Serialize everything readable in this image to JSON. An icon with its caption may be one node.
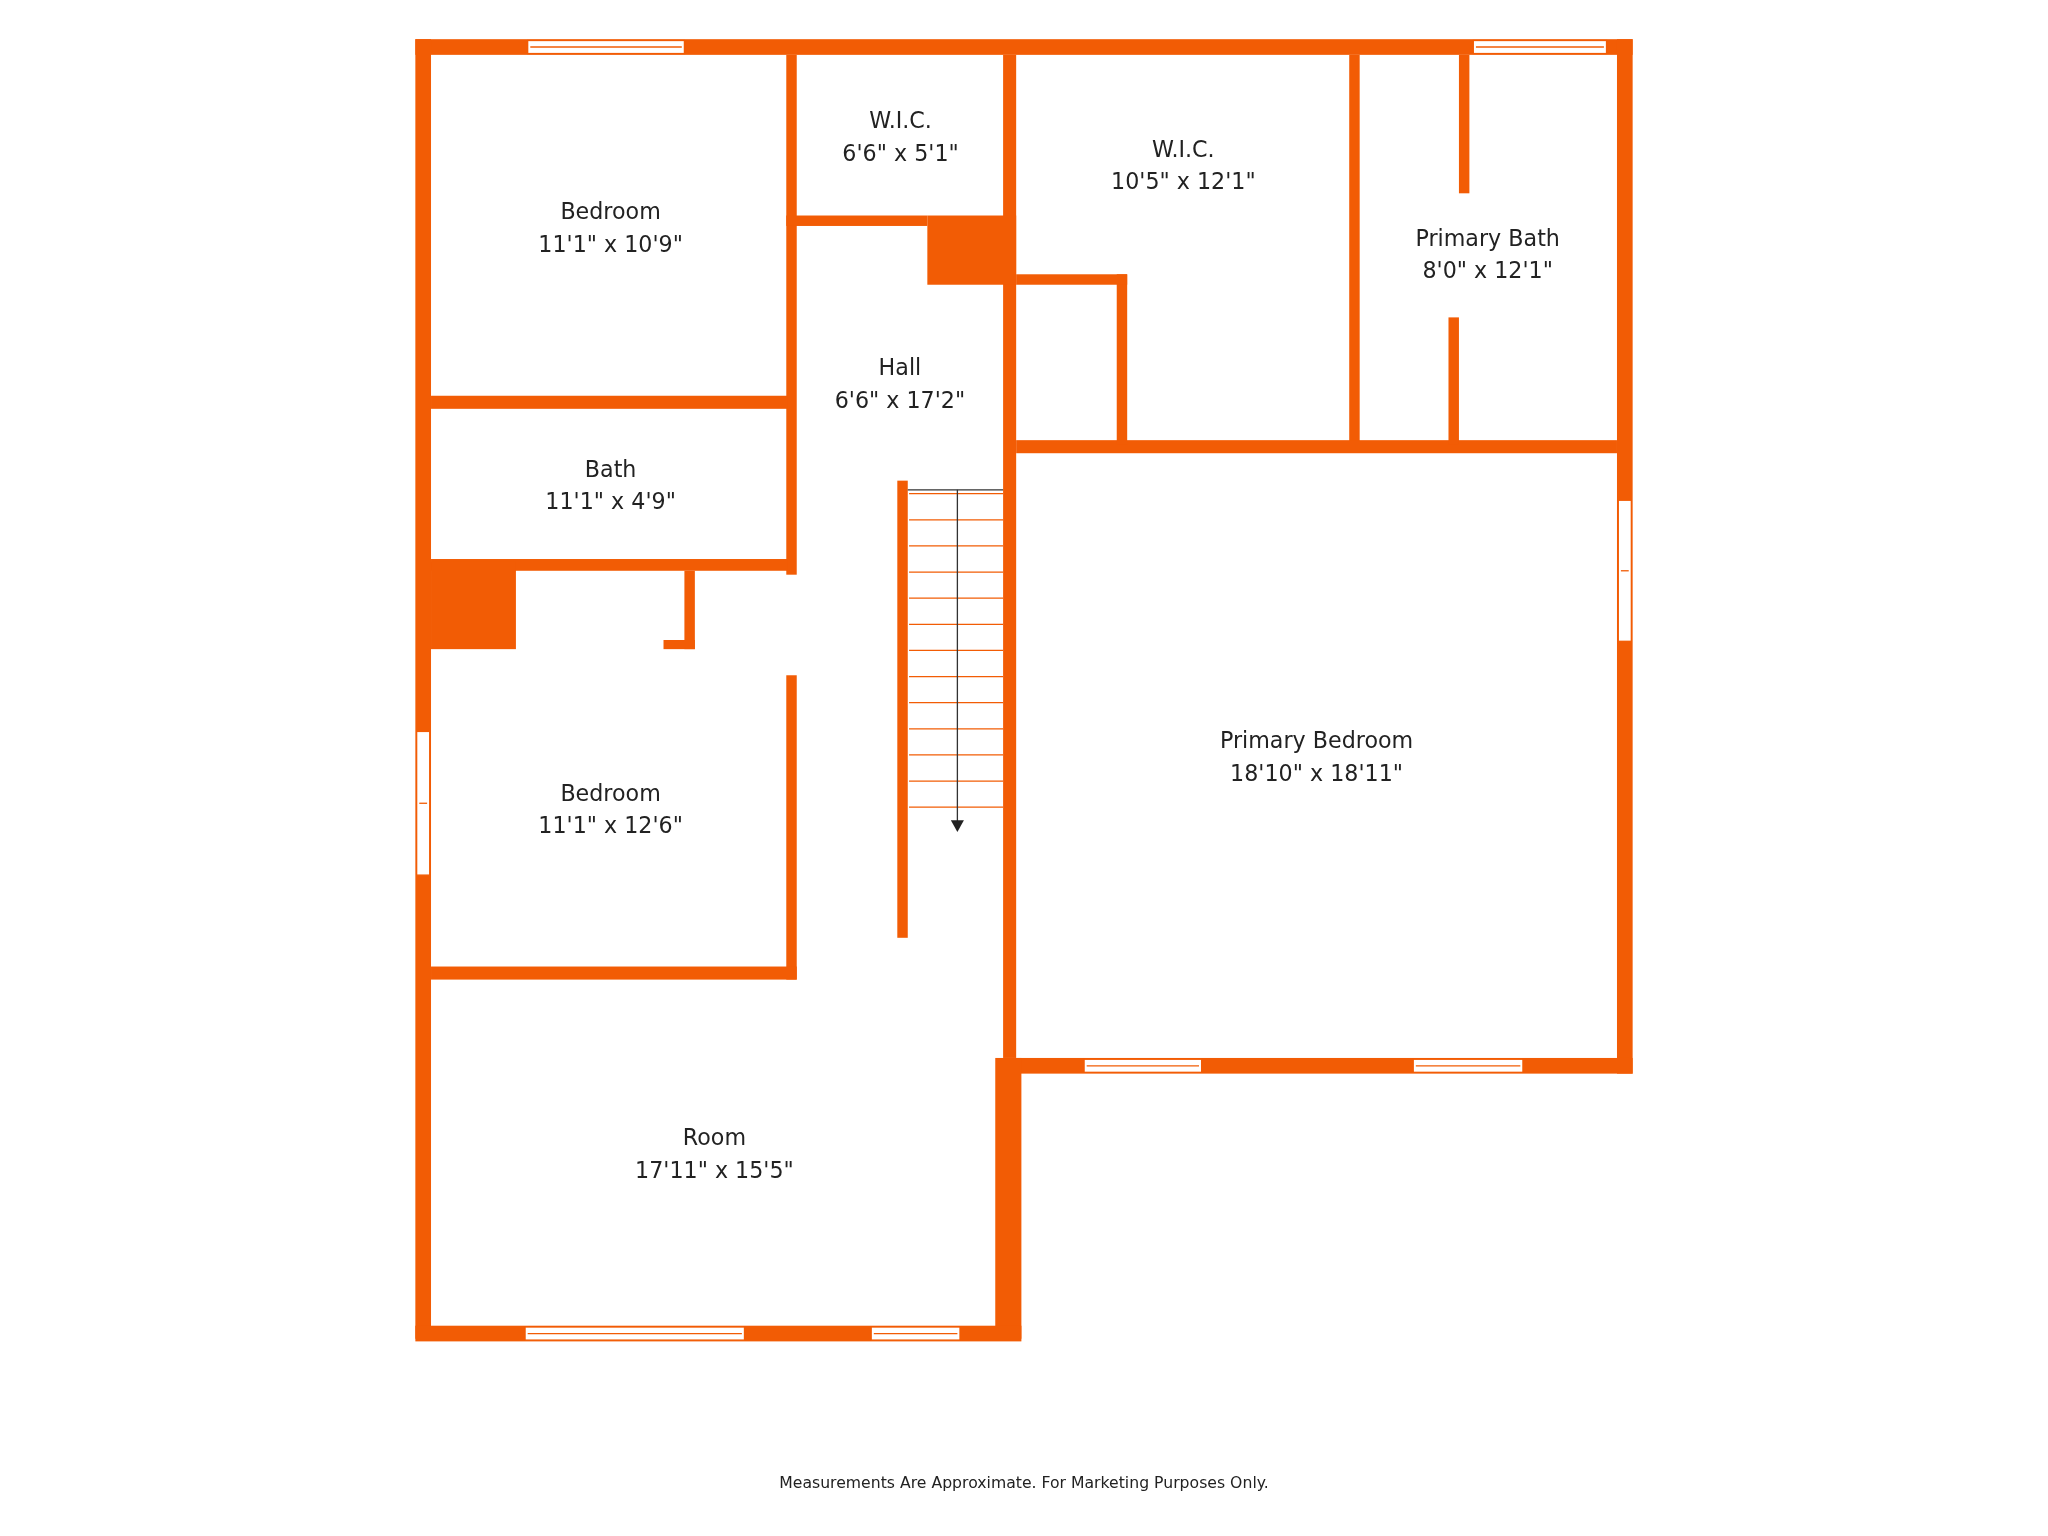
{
  "diagram": {
    "caption": "Measurements Are Approximate. For Marketing Purposes Only.",
    "nodes": [
      {
        "text": [
          "Bedroom",
          "11'1\" x 10'9\""
        ]
      },
      {
        "text": [
          "W.I.C.",
          "6'6\" x 5'1\""
        ]
      },
      {
        "text": [
          "W.I.C.",
          "10'5\" x 12'1\""
        ]
      },
      {
        "text": [
          "Primary Bath",
          "8'0\" x 12'1\""
        ]
      },
      {
        "text": [
          "Hall",
          "6'6\" x 17'2\""
        ]
      },
      {
        "text": [
          "Bath",
          "11'1\" x 4'9\""
        ]
      },
      {
        "text": [
          "Bedroom",
          "11'1\" x 12'6\""
        ]
      },
      {
        "text": [
          "Primary Bedroom",
          "18'10\" x 18'11\""
        ]
      },
      {
        "text": [
          "Room",
          "17'11\" x 15'5\""
        ]
      }
    ]
  }
}
